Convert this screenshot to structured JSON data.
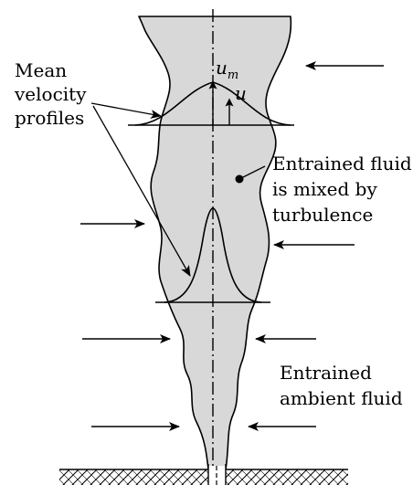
{
  "labels": {
    "mean_profiles_1": "Mean",
    "mean_profiles_2": "velocity",
    "mean_profiles_3": "profiles",
    "entrained_mixed_1": "Entrained fluid",
    "entrained_mixed_2": "is mixed by",
    "entrained_mixed_3": "turbulence",
    "entrained_ambient_1": "Entrained",
    "entrained_ambient_2": "ambient fluid",
    "u_m_main": "u",
    "u_m_sub": "m",
    "u": "u"
  },
  "colors": {
    "jet_fill": "#d8d8d8",
    "ink": "#000000"
  }
}
